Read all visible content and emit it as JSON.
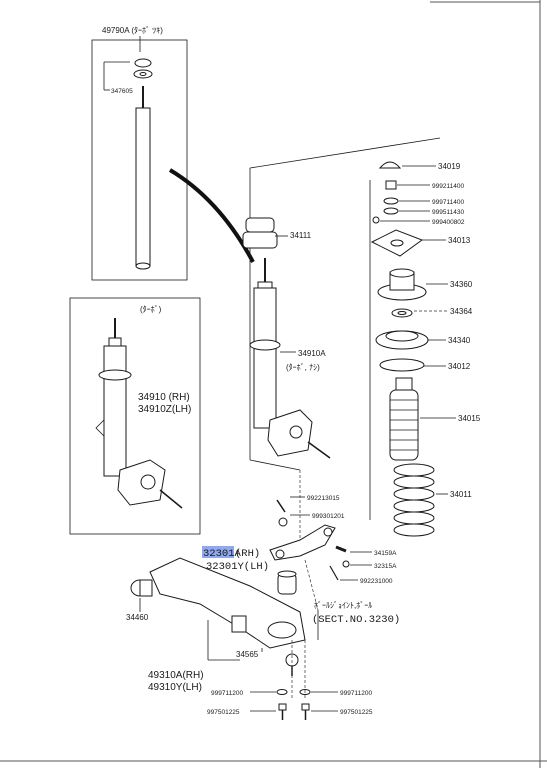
{
  "parts": {
    "p49790A": "49790A (ﾀｰﾎﾞ ﾂｷ)",
    "p34760S": "347605",
    "p34019": "34019",
    "p999211400": "999211400",
    "p999711400": "999711400",
    "p999511430": "999511430",
    "p999400802": "999400802",
    "p34111": "34111",
    "p34013": "34013",
    "p34360": "34360",
    "p34364": "34364",
    "p34340": "34340",
    "p34012": "34012",
    "p34015": "34015",
    "p34011": "34011",
    "turbo_label": "(ﾀｰﾎﾞ)",
    "p34910_rh": "34910 (RH)",
    "p34910z_lh": "34910Z(LH)",
    "p34910A": "34910A",
    "p34910A_sub": "(ﾀｰﾎﾞ, ﾅｼ)",
    "p992213015": "992213015",
    "p999301201": "999301201",
    "p32301A_rh": "32301A",
    "p32301A_rh_suffix": "(RH)",
    "p32301Y_lh": "32301Y(LH)",
    "p34159A": "34159A",
    "p32315A": "32315A",
    "p992231000": "992231000",
    "p34460": "34460",
    "p34565": "34565",
    "ball_joint_label": "ﾎﾞｰﾙｼﾞｮｲﾝﾄ,ﾎﾞｰﾙ",
    "sect_ref": "(SECT.NO.3230)",
    "p49310A_rh": "49310A(RH)",
    "p49310Y_lh": "49310Y(LH)",
    "p999711200_l": "999711200",
    "p999711200_r": "999711200",
    "p997501225_l": "997501225",
    "p997501225_r": "997501225"
  },
  "highlight_color": "#8fa8f0"
}
